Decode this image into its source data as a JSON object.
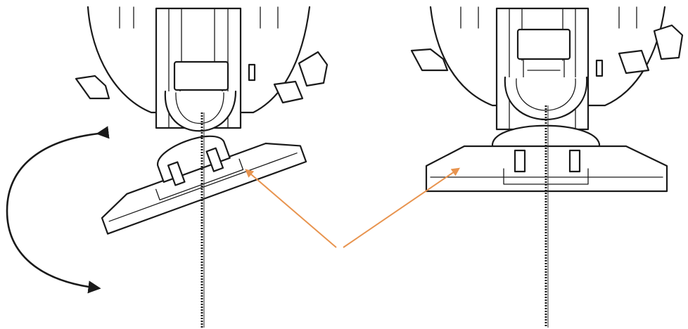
{
  "diagram": {
    "views": [
      {
        "id": "tilted",
        "state": "shoe-tilted",
        "tilt_deg": -20
      },
      {
        "id": "flat",
        "state": "shoe-flat",
        "tilt_deg": 0
      }
    ],
    "colors": {
      "line": "#1a1a1a",
      "pointer": "#e8944f",
      "rotation_arrow": "#1a1a1a",
      "background": "#ffffff"
    },
    "icons": {
      "rotation": "double-headed-curved-arrow-icon",
      "pointer": "orange-pointer-arrow-icon"
    }
  }
}
